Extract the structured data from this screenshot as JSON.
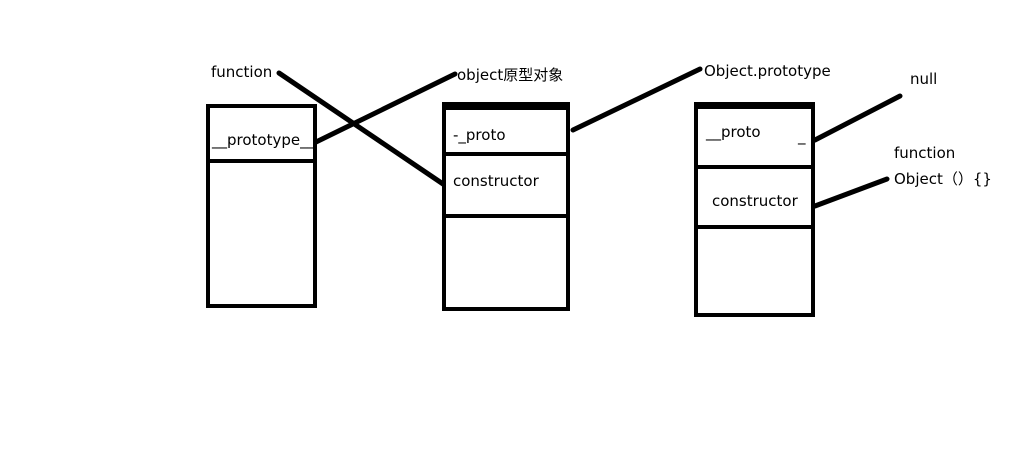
{
  "box1": {
    "cell_label": "__prototype__"
  },
  "box2": {
    "cell1_label": "-_proto",
    "cell2_label": "constructor"
  },
  "box3": {
    "cell1_label": "__proto",
    "cell1_trailing": "_",
    "cell2_label": "constructor"
  },
  "labels": {
    "function_top": "function",
    "object_proto": "object原型对象",
    "object_prototype": "Object.prototype",
    "null": "null",
    "function_right": "function",
    "object_ctor": "Object（）{}"
  }
}
